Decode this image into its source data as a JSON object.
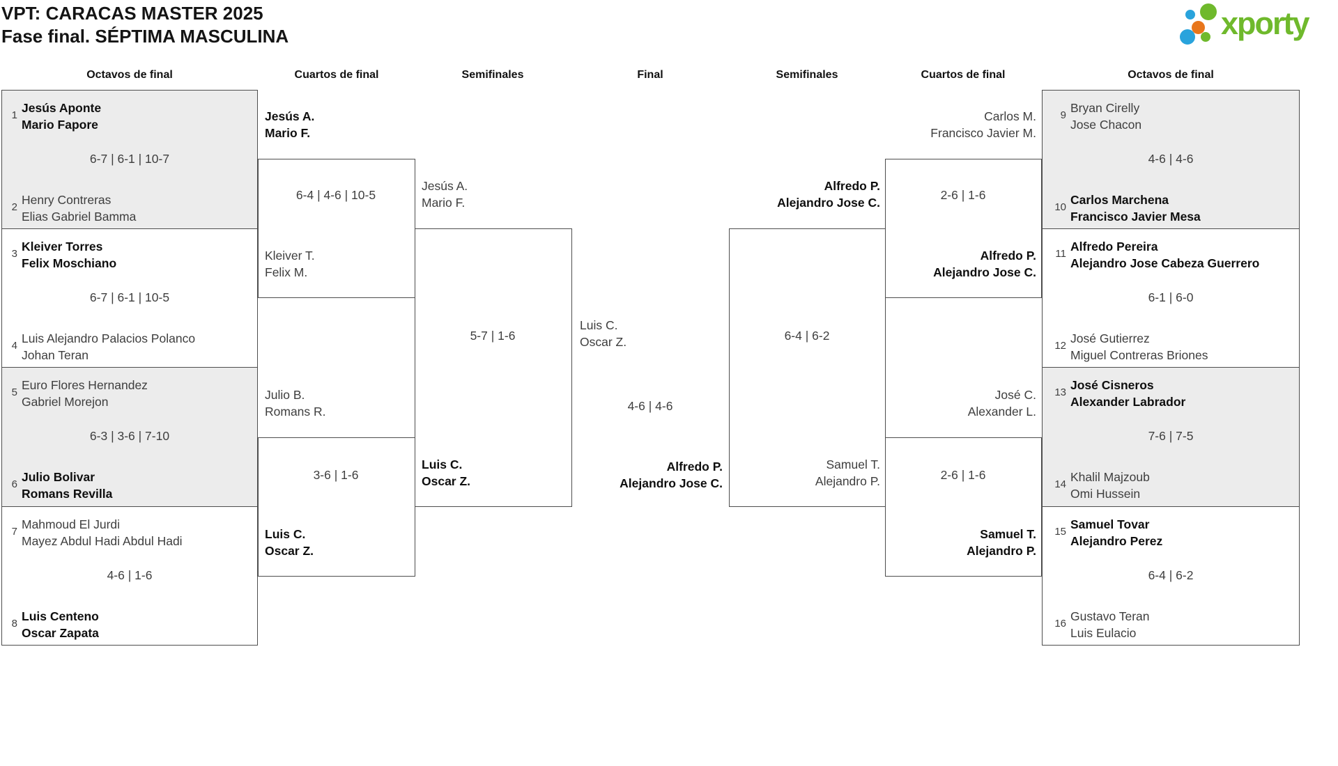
{
  "title": {
    "line1": "VPT: CARACAS MASTER 2025",
    "line2": "Fase final. SÉPTIMA MASCULINA"
  },
  "logo": {
    "brand": "xporty"
  },
  "colors": {
    "accent_green": "#6fb92c",
    "accent_blue": "#29a3dc",
    "accent_orange": "#e8761b",
    "box_fill": "#ececec",
    "border": "#4d4d4d"
  },
  "headers": {
    "oct_left": "Octavos de final",
    "qf_left": "Cuartos de final",
    "sf_left": "Semifinales",
    "final": "Final",
    "sf_right": "Semifinales",
    "qf_right": "Cuartos de final",
    "oct_right": "Octavos de final"
  },
  "octavos_left": [
    {
      "slot1": {
        "seed": "1",
        "p1": "Jesús Aponte",
        "p2": "Mario Fapore",
        "winner": true
      },
      "score": "6-7 | 6-1 | 10-7",
      "slot2": {
        "seed": "2",
        "p1": "Henry Contreras",
        "p2": "Elias Gabriel Bamma",
        "winner": false
      }
    },
    {
      "slot1": {
        "seed": "3",
        "p1": "Kleiver Torres",
        "p2": "Felix Moschiano",
        "winner": true
      },
      "score": "6-7 | 6-1 | 10-5",
      "slot2": {
        "seed": "4",
        "p1": "Luis Alejandro Palacios Polanco",
        "p2": "Johan Teran",
        "winner": false
      }
    },
    {
      "slot1": {
        "seed": "5",
        "p1": "Euro Flores Hernandez",
        "p2": "Gabriel Morejon",
        "winner": false
      },
      "score": "6-3 | 3-6 | 7-10",
      "slot2": {
        "seed": "6",
        "p1": "Julio Bolivar",
        "p2": "Romans Revilla",
        "winner": true
      }
    },
    {
      "slot1": {
        "seed": "7",
        "p1": "Mahmoud El Jurdi",
        "p2": "Mayez Abdul Hadi Abdul Hadi",
        "winner": false
      },
      "score": "4-6 | 1-6",
      "slot2": {
        "seed": "8",
        "p1": "Luis Centeno",
        "p2": "Oscar Zapata",
        "winner": true
      }
    }
  ],
  "cuartos_left": [
    {
      "slot1": {
        "p1": "Jesús A.",
        "p2": "Mario F.",
        "winner": true
      },
      "score": "6-4 | 4-6 | 10-5",
      "slot2": {
        "p1": "Kleiver T.",
        "p2": "Felix M.",
        "winner": false
      }
    },
    {
      "slot1": {
        "p1": "Julio B.",
        "p2": "Romans R.",
        "winner": false
      },
      "score": "3-6 | 1-6",
      "slot2": {
        "p1": "Luis C.",
        "p2": "Oscar Z.",
        "winner": true
      }
    }
  ],
  "semifinal_left": {
    "slot1": {
      "p1": "Jesús A.",
      "p2": "Mario F.",
      "winner": false
    },
    "score": "5-7 | 1-6",
    "slot2": {
      "p1": "Luis C.",
      "p2": "Oscar Z.",
      "winner": true
    }
  },
  "final": {
    "slot1": {
      "p1": "Luis C.",
      "p2": "Oscar Z.",
      "winner": false
    },
    "score": "4-6 | 4-6",
    "slot2": {
      "p1": "Alfredo P.",
      "p2": "Alejandro Jose C.",
      "winner": true
    }
  },
  "semifinal_right": {
    "slot1": {
      "p1": "Alfredo P.",
      "p2": "Alejandro Jose C.",
      "winner": true
    },
    "score": "6-4 | 6-2",
    "slot2": {
      "p1": "Samuel T.",
      "p2": "Alejandro P.",
      "winner": false
    }
  },
  "cuartos_right": [
    {
      "slot1": {
        "p1": "Carlos M.",
        "p2": "Francisco Javier M.",
        "winner": false
      },
      "score": "2-6 | 1-6",
      "slot2": {
        "p1": "Alfredo P.",
        "p2": "Alejandro Jose C.",
        "winner": true
      }
    },
    {
      "slot1": {
        "p1": "José C.",
        "p2": "Alexander L.",
        "winner": false
      },
      "score": "2-6 | 1-6",
      "slot2": {
        "p1": "Samuel T.",
        "p2": "Alejandro P.",
        "winner": true
      }
    }
  ],
  "octavos_right": [
    {
      "slot1": {
        "seed": "9",
        "p1": "Bryan Cirelly",
        "p2": "Jose Chacon",
        "winner": false
      },
      "score": "4-6 | 4-6",
      "slot2": {
        "seed": "10",
        "p1": "Carlos Marchena",
        "p2": "Francisco Javier Mesa",
        "winner": true
      }
    },
    {
      "slot1": {
        "seed": "11",
        "p1": "Alfredo Pereira",
        "p2": "Alejandro Jose Cabeza Guerrero",
        "winner": true
      },
      "score": "6-1 | 6-0",
      "slot2": {
        "seed": "12",
        "p1": "José Gutierrez",
        "p2": "Miguel Contreras Briones",
        "winner": false
      }
    },
    {
      "slot1": {
        "seed": "13",
        "p1": "José Cisneros",
        "p2": "Alexander Labrador",
        "winner": true
      },
      "score": "7-6 | 7-5",
      "slot2": {
        "seed": "14",
        "p1": "Khalil Majzoub",
        "p2": "Omi Hussein",
        "winner": false
      }
    },
    {
      "slot1": {
        "seed": "15",
        "p1": "Samuel Tovar",
        "p2": "Alejandro Perez",
        "winner": true
      },
      "score": "6-4 | 6-2",
      "slot2": {
        "seed": "16",
        "p1": "Gustavo Teran",
        "p2": "Luis Eulacio",
        "winner": false
      }
    }
  ]
}
